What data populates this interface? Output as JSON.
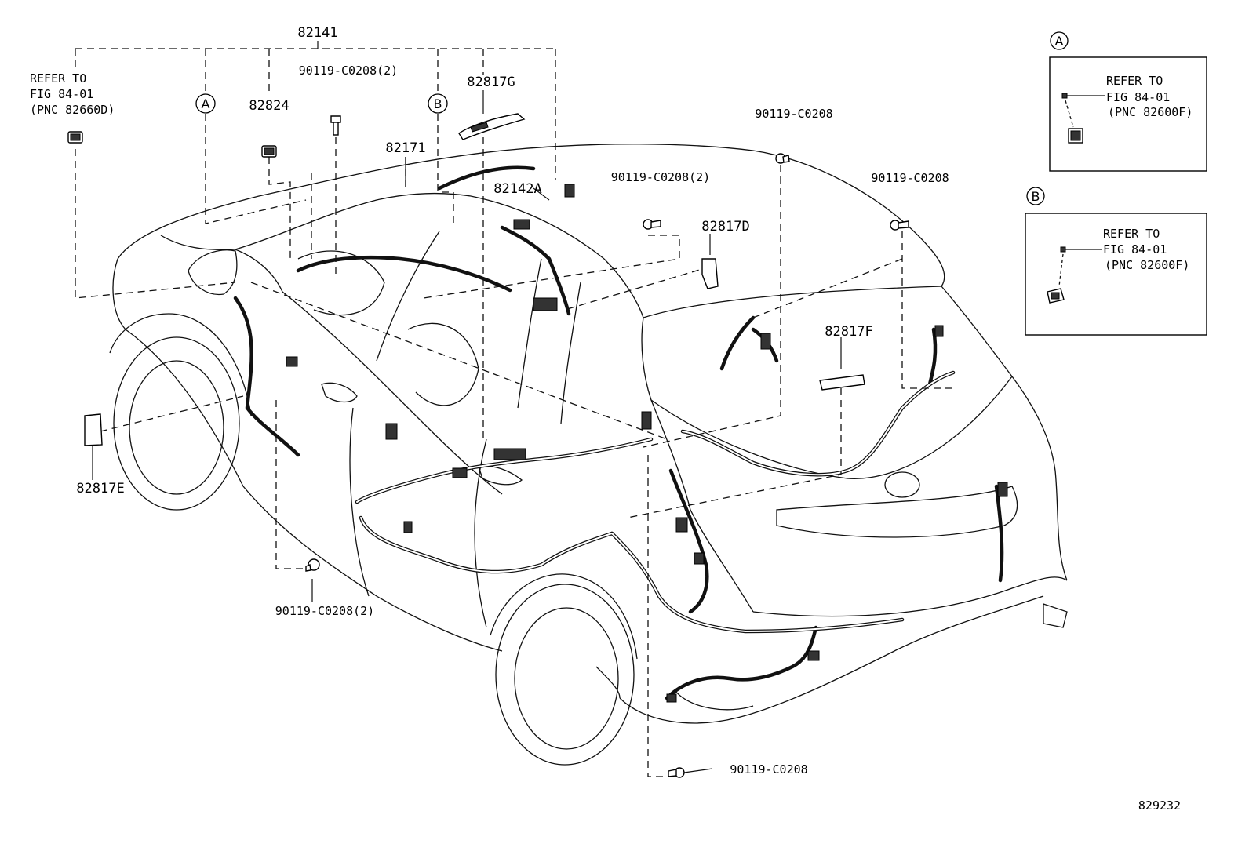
{
  "labels": {
    "p82141": "82141",
    "p82824": "82824",
    "p82817g": "82817G",
    "p82171": "82171",
    "p82142a": "82142A",
    "p82817d": "82817D",
    "p82817f": "82817F",
    "p82817e": "82817E",
    "bolt_top_2": "90119-C0208(2)",
    "bolt_mid_right": "90119-C0208",
    "bolt_center_2": "90119-C0208(2)",
    "bolt_right": "90119-C0208",
    "bolt_bottom_left_2": "90119-C0208(2)",
    "bolt_bottom": "90119-C0208",
    "refer_left_1": "REFER TO",
    "refer_left_2": "FIG 84-01",
    "refer_left_3": "(PNC 82660D)",
    "callout_a": "A",
    "callout_b": "B",
    "diagram_id": "829232"
  },
  "detail_a": {
    "letter": "A",
    "line1": "REFER TO",
    "line2": "FIG 84-01",
    "line3": "(PNC 82600F)"
  },
  "detail_b": {
    "letter": "B",
    "line1": "REFER TO",
    "line2": "FIG 84-01",
    "line3": "(PNC 82600F)"
  }
}
